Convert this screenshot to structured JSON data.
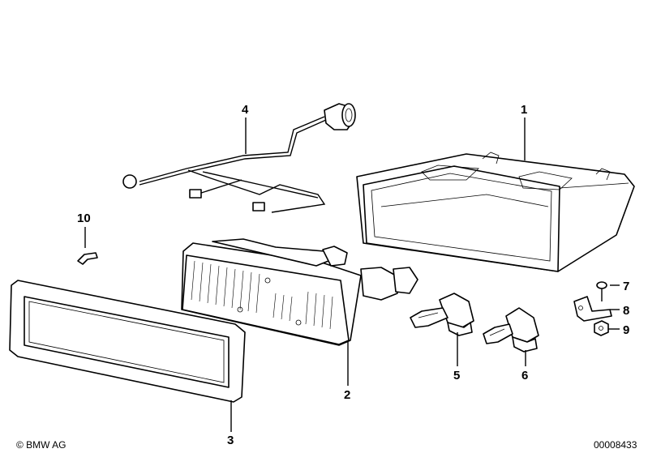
{
  "parts": [
    {
      "number": "1"
    },
    {
      "number": "2"
    },
    {
      "number": "3"
    },
    {
      "number": "4"
    },
    {
      "number": "5"
    },
    {
      "number": "6"
    },
    {
      "number": "7"
    },
    {
      "number": "8"
    },
    {
      "number": "9"
    },
    {
      "number": "10"
    }
  ],
  "footer": {
    "copyright": "© BMW AG",
    "diagram_id": "00008433"
  }
}
